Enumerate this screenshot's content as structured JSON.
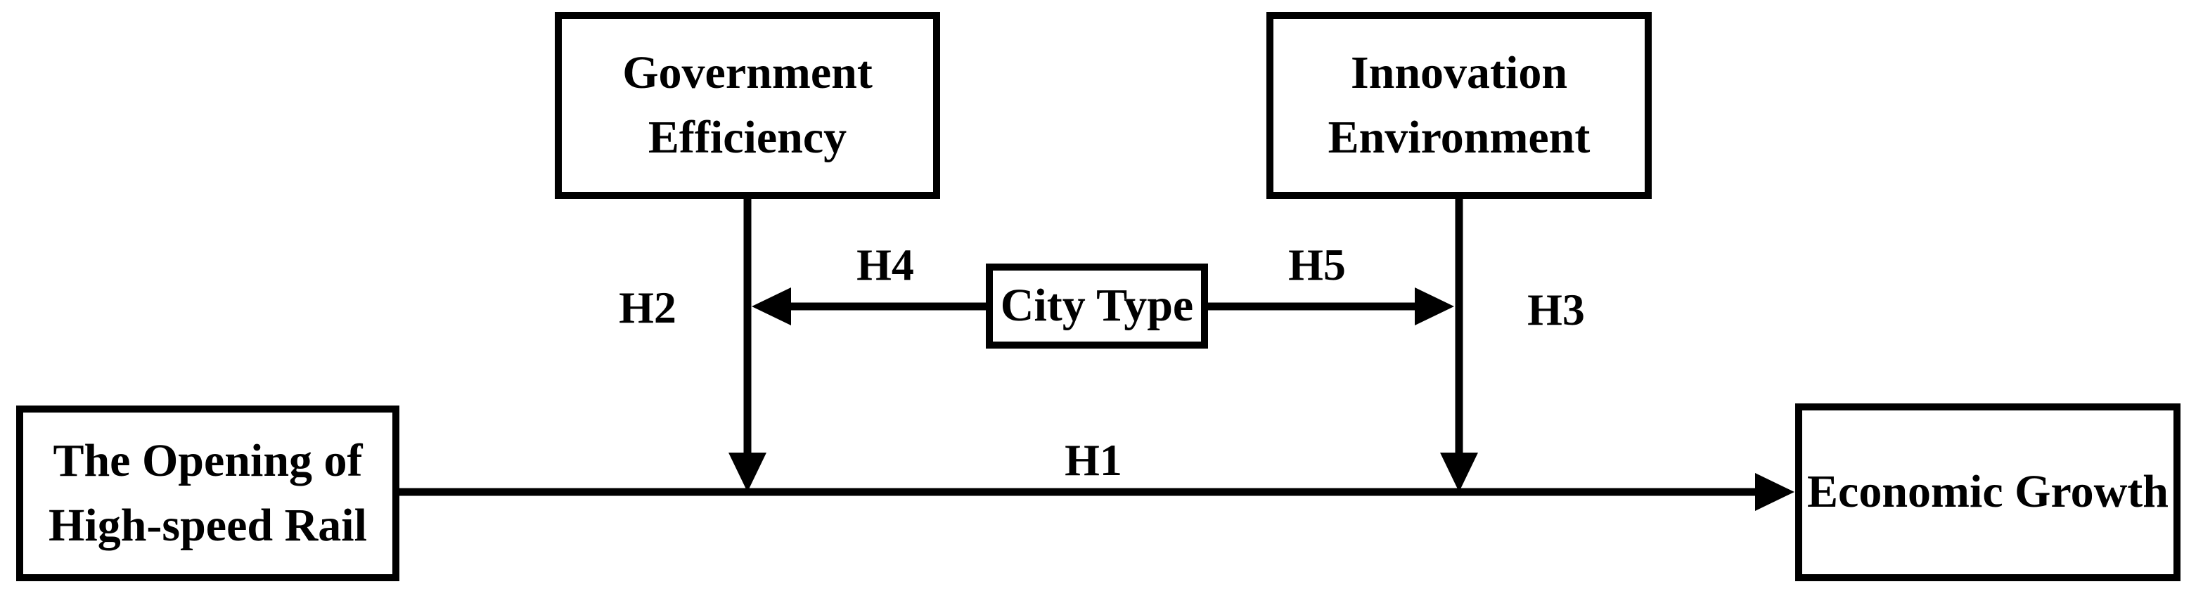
{
  "diagram": {
    "background_color": "#ffffff",
    "line_color": "#000000",
    "nodes": {
      "government_efficiency": {
        "label": "Government\nEfficiency"
      },
      "innovation_environment": {
        "label": "Innovation\nEnvironment"
      },
      "city_type": {
        "label": "City Type"
      },
      "hsr_opening": {
        "label": "The Opening of\nHigh-speed Rail"
      },
      "economic_growth": {
        "label": "Economic Growth"
      }
    },
    "hypotheses": {
      "h1": "H1",
      "h2": "H2",
      "h3": "H3",
      "h4": "H4",
      "h5": "H5"
    },
    "edges": [
      {
        "from": "hsr_opening",
        "to": "economic_growth",
        "label": "H1",
        "style": "arrow-right"
      },
      {
        "from": "government_efficiency",
        "to": "h1_path",
        "label": "H2",
        "style": "arrow-down"
      },
      {
        "from": "innovation_environment",
        "to": "h1_path",
        "label": "H3",
        "style": "arrow-down"
      },
      {
        "from": "city_type",
        "to": "h2_path",
        "label": "H4",
        "style": "arrow-left"
      },
      {
        "from": "city_type",
        "to": "h3_path",
        "label": "H5",
        "style": "arrow-right"
      }
    ]
  }
}
